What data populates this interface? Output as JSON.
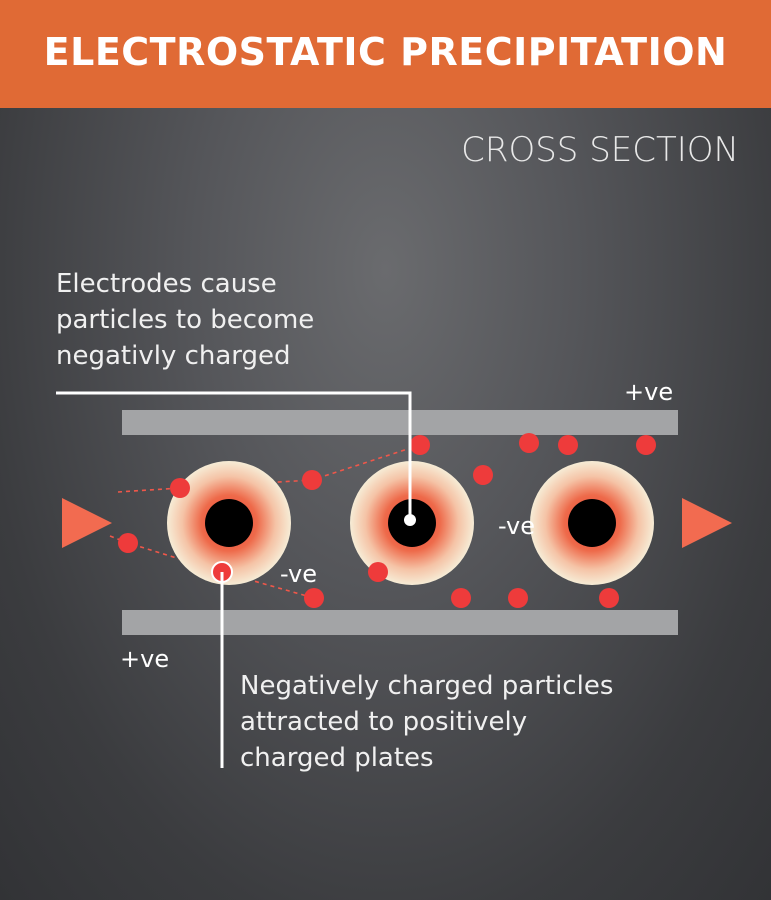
{
  "header": {
    "title": "ELECTROSTATIC PRECIPITATION"
  },
  "subtitle": "CROSS SECTION",
  "callouts": {
    "electrodes": "Electrodes cause\nparticles to become\nnegativly charged",
    "plates": "Negatively charged particles\nattracted to positively\ncharged plates"
  },
  "charges": {
    "top_plate": "+ve",
    "bottom_plate": "+ve",
    "electrode_a": "-ve",
    "electrode_b": "-ve"
  },
  "colors": {
    "header": "#e06a35",
    "particle": "#ee3b3b",
    "plate": "#a3a4a6",
    "arrow": "#f26b50"
  }
}
